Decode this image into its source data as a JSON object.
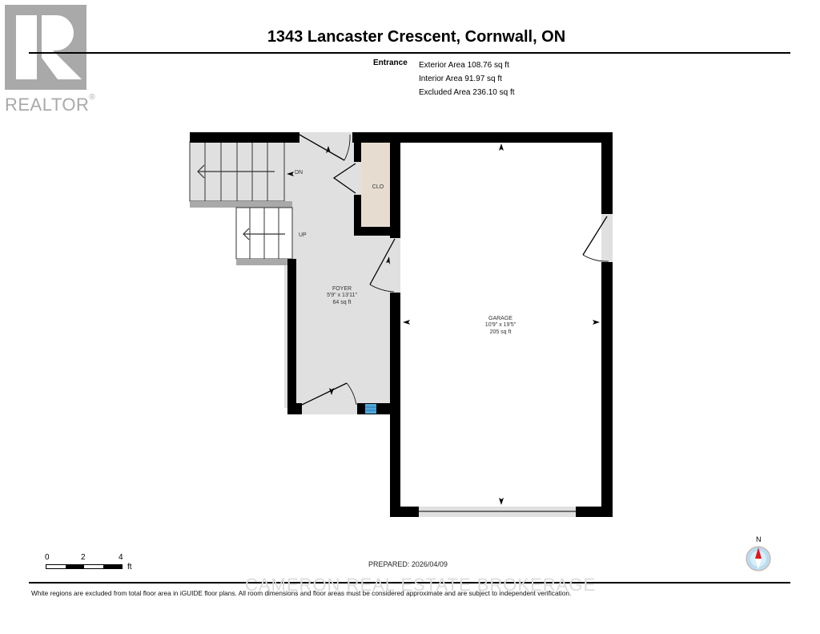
{
  "logo": {
    "text": "REALTOR",
    "mark": "®"
  },
  "header": {
    "title": "1343 Lancaster Crescent, Cornwall, ON",
    "floor_label": "Entrance",
    "areas": [
      "Exterior Area 108.76 sq ft",
      "Interior Area 91.97 sq ft",
      "Excluded Area 236.10 sq ft"
    ]
  },
  "plan": {
    "stairs_down_label": "DN",
    "stairs_up_label": "UP",
    "closet_label": "CLO",
    "rooms": [
      {
        "name": "FOYER",
        "dimensions": "5'9\" x 13'11\"",
        "area": "64 sq ft"
      },
      {
        "name": "GARAGE",
        "dimensions": "10'9\" x 19'5\"",
        "area": "205 sq ft"
      }
    ],
    "colors": {
      "wall": "#000000",
      "interior_floor": "#e0e0e0",
      "closet_floor": "#e6ddd0",
      "excluded_floor": "#ffffff",
      "stair_landing": "#a9a9a9",
      "vent": "#4fa8dc"
    }
  },
  "scale_bar": {
    "ticks": [
      "0",
      "2",
      "4"
    ],
    "unit": "ft"
  },
  "compass": {
    "label": "N",
    "needle_color": "#e0161b",
    "ring_color": "#b9dcf0"
  },
  "footer": {
    "prepared": "PREPARED: 2026/04/09",
    "watermark": "CAMERON REAL ESTATE BROKERAGE",
    "disclaimer": "White regions are excluded from total floor area in iGUIDE floor plans. All room dimensions and floor areas must be considered approximate and are subject to independent verification."
  }
}
